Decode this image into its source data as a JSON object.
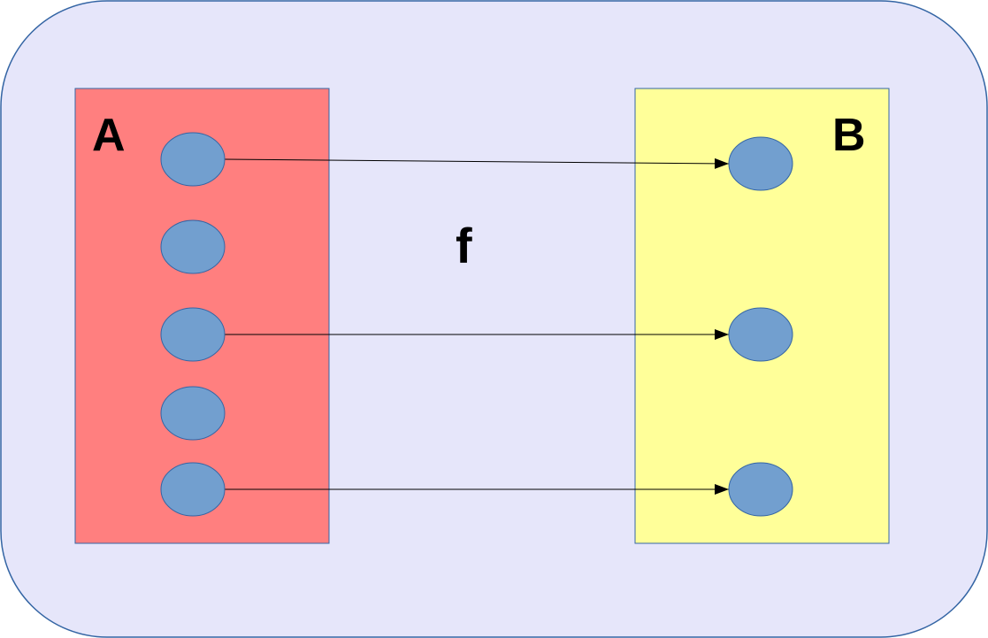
{
  "diagram": {
    "set_a": {
      "label": "A",
      "color": "#ff7f7f",
      "element_count": 5
    },
    "set_b": {
      "label": "B",
      "color": "#ffff99",
      "element_count": 3
    },
    "function_label": "f",
    "mappings": [
      {
        "from_index": 0,
        "to_index": 0
      },
      {
        "from_index": 2,
        "to_index": 1
      },
      {
        "from_index": 4,
        "to_index": 2
      }
    ],
    "colors": {
      "background": "#e6e6fa",
      "border": "#3465a4",
      "element_fill": "#729fcf",
      "element_stroke": "#3465a4",
      "arrow": "#000000"
    }
  }
}
